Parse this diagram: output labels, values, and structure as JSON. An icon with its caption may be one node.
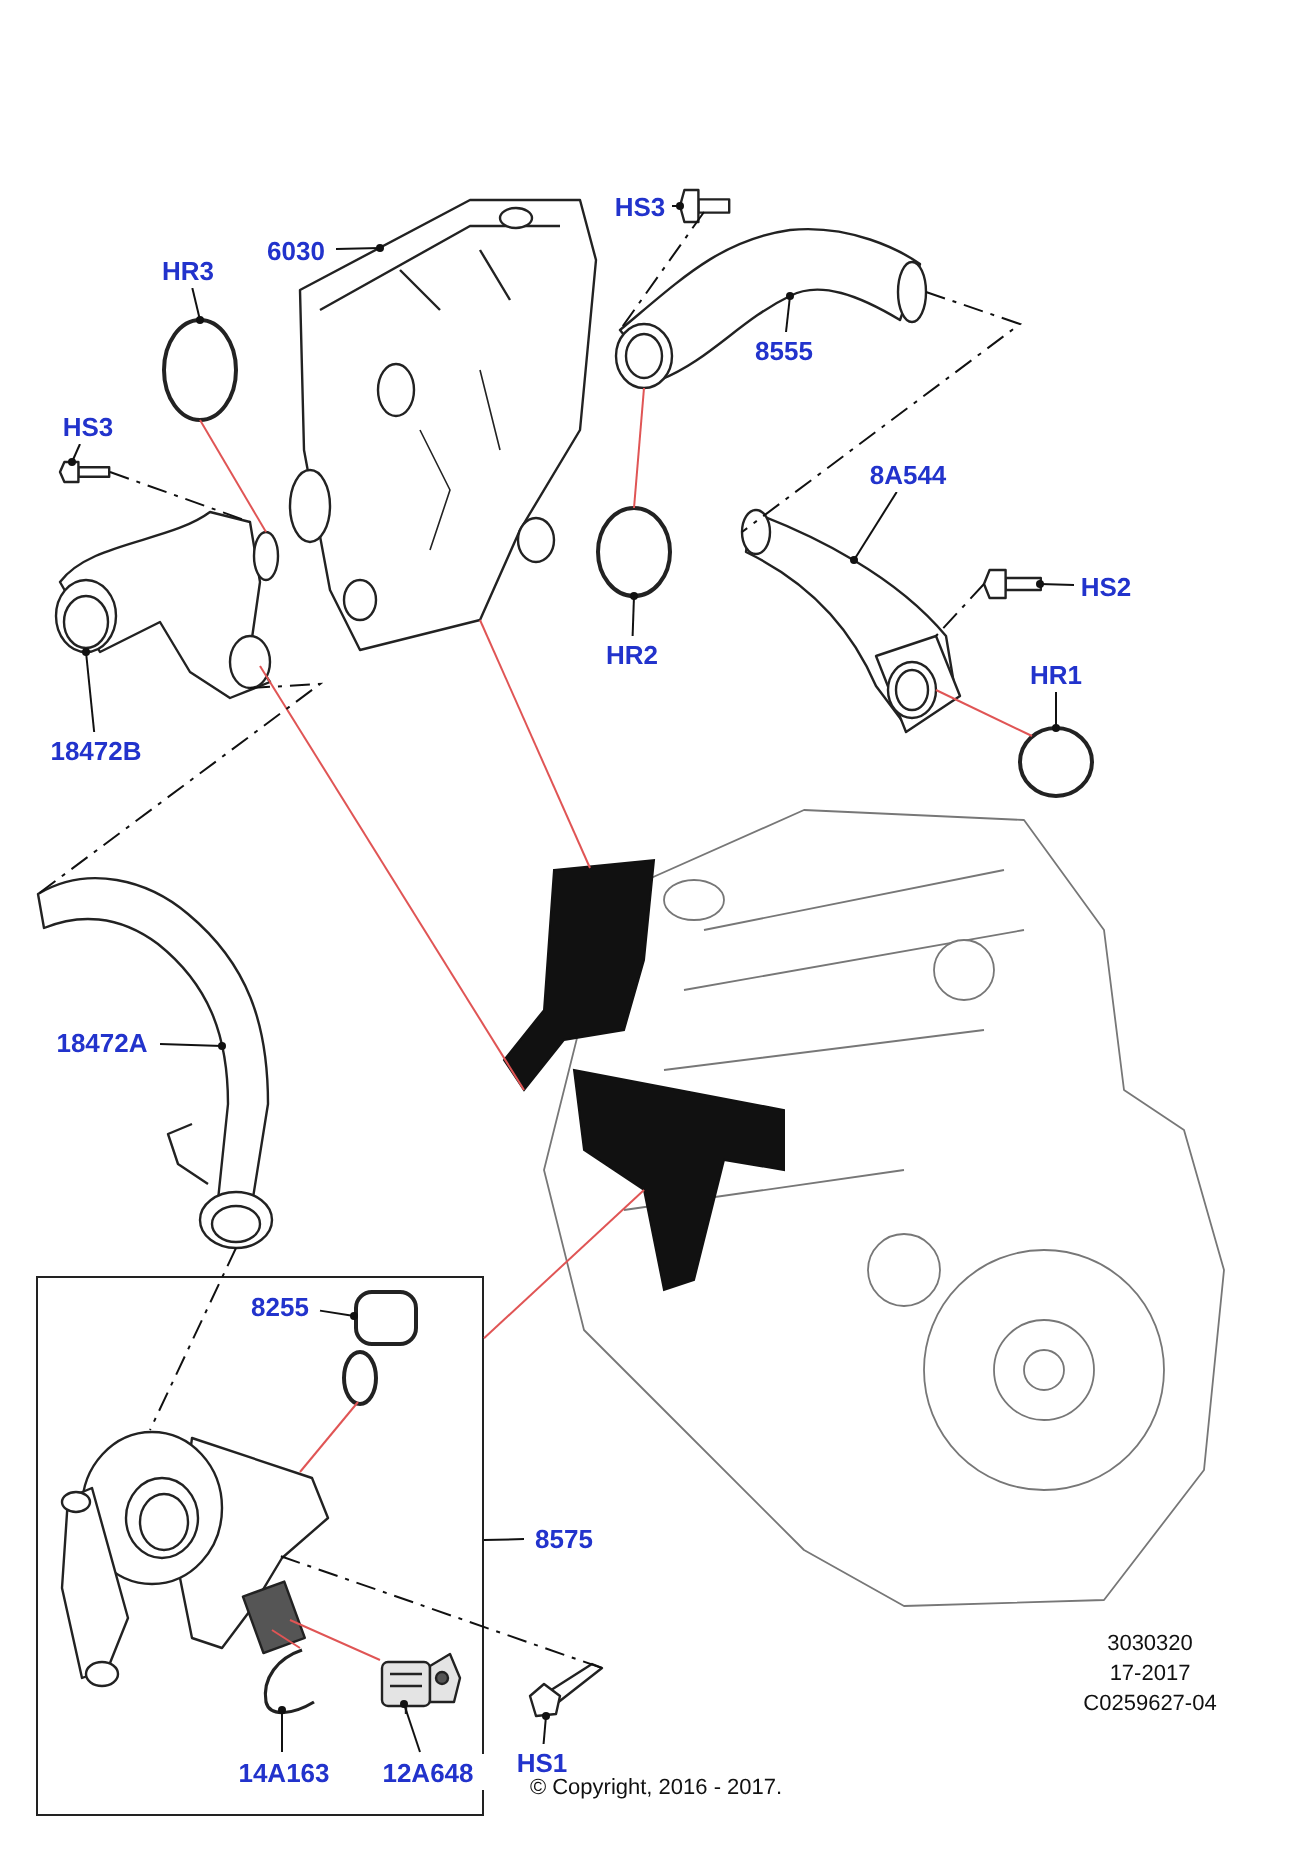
{
  "diagram": {
    "nodes": [
      {
        "text": [
          "6030"
        ]
      },
      {
        "text": [],
        "shape": "picture"
      },
      {
        "text": [
          "HS3"
        ]
      },
      {
        "text": [],
        "shape": "picture"
      },
      {
        "text": [
          "HR3"
        ]
      },
      {
        "text": [],
        "shape": "circle"
      },
      {
        "text": [],
        "shape": "picture"
      },
      {
        "text": [
          "8555"
        ]
      },
      {
        "text": [
          "HS3"
        ]
      },
      {
        "text": [],
        "shape": "picture"
      },
      {
        "text": [
          "8A544"
        ]
      },
      {
        "text": [],
        "shape": "picture"
      },
      {
        "text": [],
        "shape": "circle"
      },
      {
        "text": [
          "HS2"
        ]
      },
      {
        "text": [],
        "shape": "picture"
      },
      {
        "text": [],
        "shape": "picture"
      },
      {
        "text": [
          "HR2"
        ]
      },
      {
        "text": [
          "HR1"
        ]
      },
      {
        "text": [],
        "shape": "circle"
      },
      {
        "text": [
          "18472B"
        ]
      },
      {
        "text": [],
        "shape": "picture"
      },
      {
        "text": [],
        "shape": "picture"
      },
      {
        "text": [
          "18472A"
        ]
      },
      {
        "text": [],
        "shape": "box"
      },
      {
        "text": [
          "8255"
        ],
        "in": 23
      },
      {
        "text": [],
        "shape": "picture",
        "in": 23
      },
      {
        "text": [],
        "shape": "picture",
        "in": 23
      },
      {
        "text": [
          "8575"
        ]
      },
      {
        "text": [],
        "shape": "picture",
        "in": 23
      },
      {
        "text": [],
        "shape": "picture",
        "in": 23
      },
      {
        "text": [],
        "shape": "picture"
      },
      {
        "text": [
          "14A163"
        ],
        "in": 23
      },
      {
        "text": [
          "12A648"
        ],
        "in": 23
      },
      {
        "text": [
          "HS1"
        ]
      }
    ],
    "edges": [
      {
        "from": 0,
        "to": 1,
        "arrow": "other"
      },
      {
        "from": 2,
        "to": 3,
        "arrow": "other"
      },
      {
        "from": 4,
        "to": 5,
        "arrow": "other"
      },
      {
        "from": 7,
        "to": 6,
        "arrow": "other"
      },
      {
        "from": 8,
        "to": 9,
        "arrow": "other"
      },
      {
        "from": 10,
        "to": 11,
        "arrow": "other"
      },
      {
        "from": 13,
        "to": 14,
        "arrow": "other"
      },
      {
        "from": 16,
        "to": 12,
        "arrow": "other"
      },
      {
        "from": 17,
        "to": 18,
        "arrow": "other"
      },
      {
        "from": 19,
        "to": 15,
        "arrow": "other"
      },
      {
        "from": 22,
        "to": 21,
        "arrow": "other"
      },
      {
        "from": 24,
        "to": 25,
        "arrow": "other"
      },
      {
        "from": 27,
        "to": 23,
        "arrow": "none"
      },
      {
        "from": 31,
        "to": 28,
        "arrow": "other"
      },
      {
        "from": 32,
        "to": 29,
        "arrow": "other"
      },
      {
        "from": 33,
        "to": 30,
        "arrow": "other"
      },
      {
        "from": 5,
        "to": 15,
        "arrow": "none",
        "color": "#e05555"
      },
      {
        "from": 12,
        "to": 6,
        "arrow": "none",
        "color": "#e05555"
      },
      {
        "from": 18,
        "to": 11,
        "arrow": "none",
        "color": "#e05555"
      },
      {
        "from": 1,
        "to": 20,
        "arrow": "none",
        "color": "#e05555"
      },
      {
        "from": 15,
        "to": 20,
        "arrow": "none",
        "color": "#e05555"
      },
      {
        "from": 23,
        "to": 20,
        "arrow": "none",
        "color": "#e05555"
      },
      {
        "from": 25,
        "to": 26,
        "arrow": "none",
        "color": "#e05555"
      },
      {
        "from": 28,
        "to": 26,
        "arrow": "none",
        "color": "#e05555"
      },
      {
        "from": 29,
        "to": 26,
        "arrow": "none",
        "color": "#e05555"
      },
      {
        "from": 9,
        "to": 15,
        "arrow": "none",
        "style": "dashed"
      },
      {
        "from": 3,
        "to": 6,
        "arrow": "none",
        "style": "dashed"
      },
      {
        "from": 6,
        "to": 11,
        "arrow": "none",
        "style": "dashed"
      },
      {
        "from": 14,
        "to": 11,
        "arrow": "none",
        "style": "dashed"
      },
      {
        "from": 15,
        "to": 21,
        "arrow": "none",
        "style": "dashed"
      },
      {
        "from": 21,
        "to": 26,
        "arrow": "none",
        "style": "dashed"
      },
      {
        "from": 30,
        "to": 26,
        "arrow": "none",
        "style": "dashed"
      }
    ],
    "labels": [
      "3030320",
      "17-2017",
      "C0259627-04",
      "© Copyright, 2016 - 2017."
    ]
  }
}
